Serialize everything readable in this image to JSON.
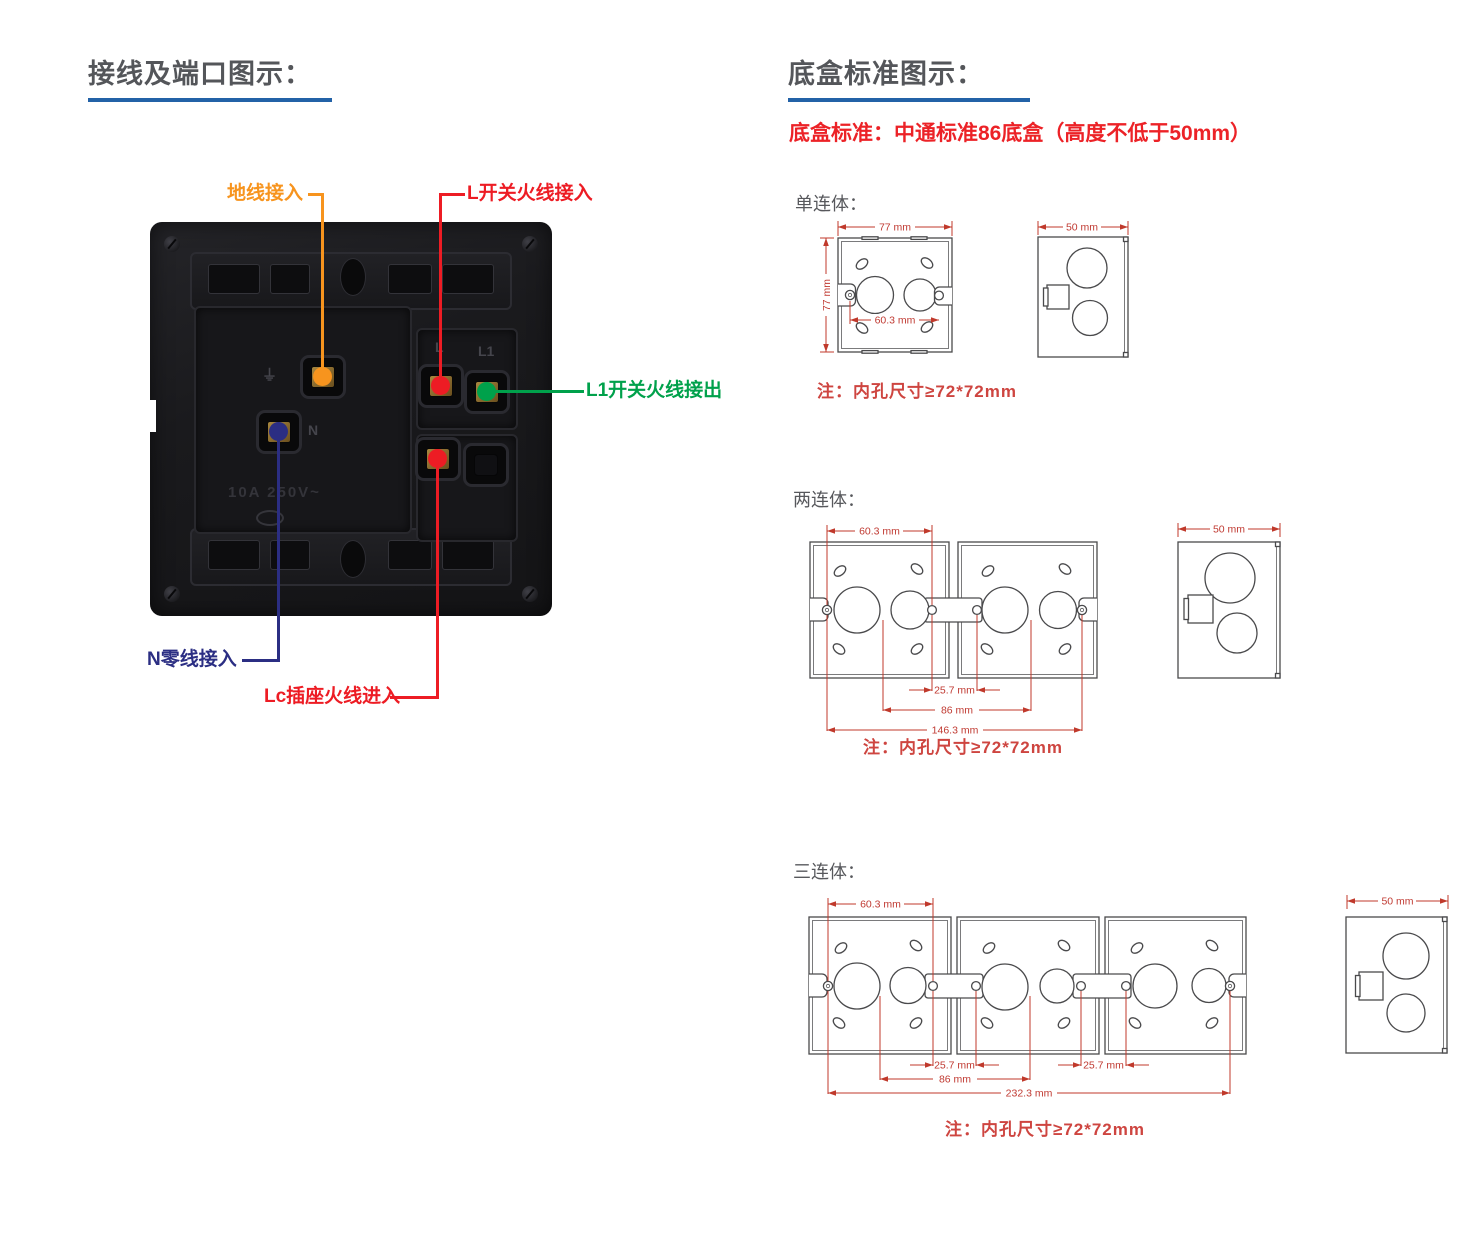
{
  "left_section": {
    "title": "接线及端口图示：",
    "callouts": {
      "ground_in": {
        "label": "地线接入",
        "color": "#F7941E"
      },
      "l_switch_in": {
        "label": "L开关火线接入",
        "color": "#ED1C24"
      },
      "l1_switch_out": {
        "label": "L1开关火线接出",
        "color": "#00A14B"
      },
      "n_in": {
        "label": "N零线接入",
        "color": "#2B2E83"
      },
      "l_socket_in": {
        "label": "Lc插座火线进入",
        "color": "#ED1C24"
      }
    },
    "device": {
      "rating_text": "10A 250V~",
      "terminal_labels": {
        "l": "L",
        "l1": "L1",
        "n": "N"
      },
      "icons": {
        "ground_symbol": "⏚"
      }
    }
  },
  "right_section": {
    "title": "底盒标准图示：",
    "standard_line": "底盒标准：中通标准86底盒（高度不低于50mm）",
    "sections": [
      {
        "label": "单连体：",
        "note": "注：内孔尺寸≥72*72mm",
        "dims": {
          "width": "77 mm",
          "height": "77 mm",
          "screw_pitch": "60.3 mm",
          "depth": "50 mm"
        }
      },
      {
        "label": "两连体：",
        "note": "注：内孔尺寸≥72*72mm",
        "dims": {
          "screw_pitch": "60.3 mm",
          "adjacent_pitch": "25.7 mm",
          "unit_pitch": "86 mm",
          "overall": "146.3 mm",
          "depth": "50 mm"
        }
      },
      {
        "label": "三连体：",
        "note": "注：内孔尺寸≥72*72mm",
        "dims": {
          "screw_pitch": "60.3 mm",
          "adjacent_pitch_1": "25.7 mm",
          "adjacent_pitch_2": "25.7 mm",
          "unit_pitch": "86 mm",
          "overall": "232.3 mm",
          "depth": "50 mm"
        }
      }
    ]
  },
  "colors": {
    "title_gray": "#54565A",
    "underline_blue": "#2362A7",
    "standard_red": "#EC2227",
    "dimension_red": "#C0392B",
    "note_red": "#CE4540"
  }
}
